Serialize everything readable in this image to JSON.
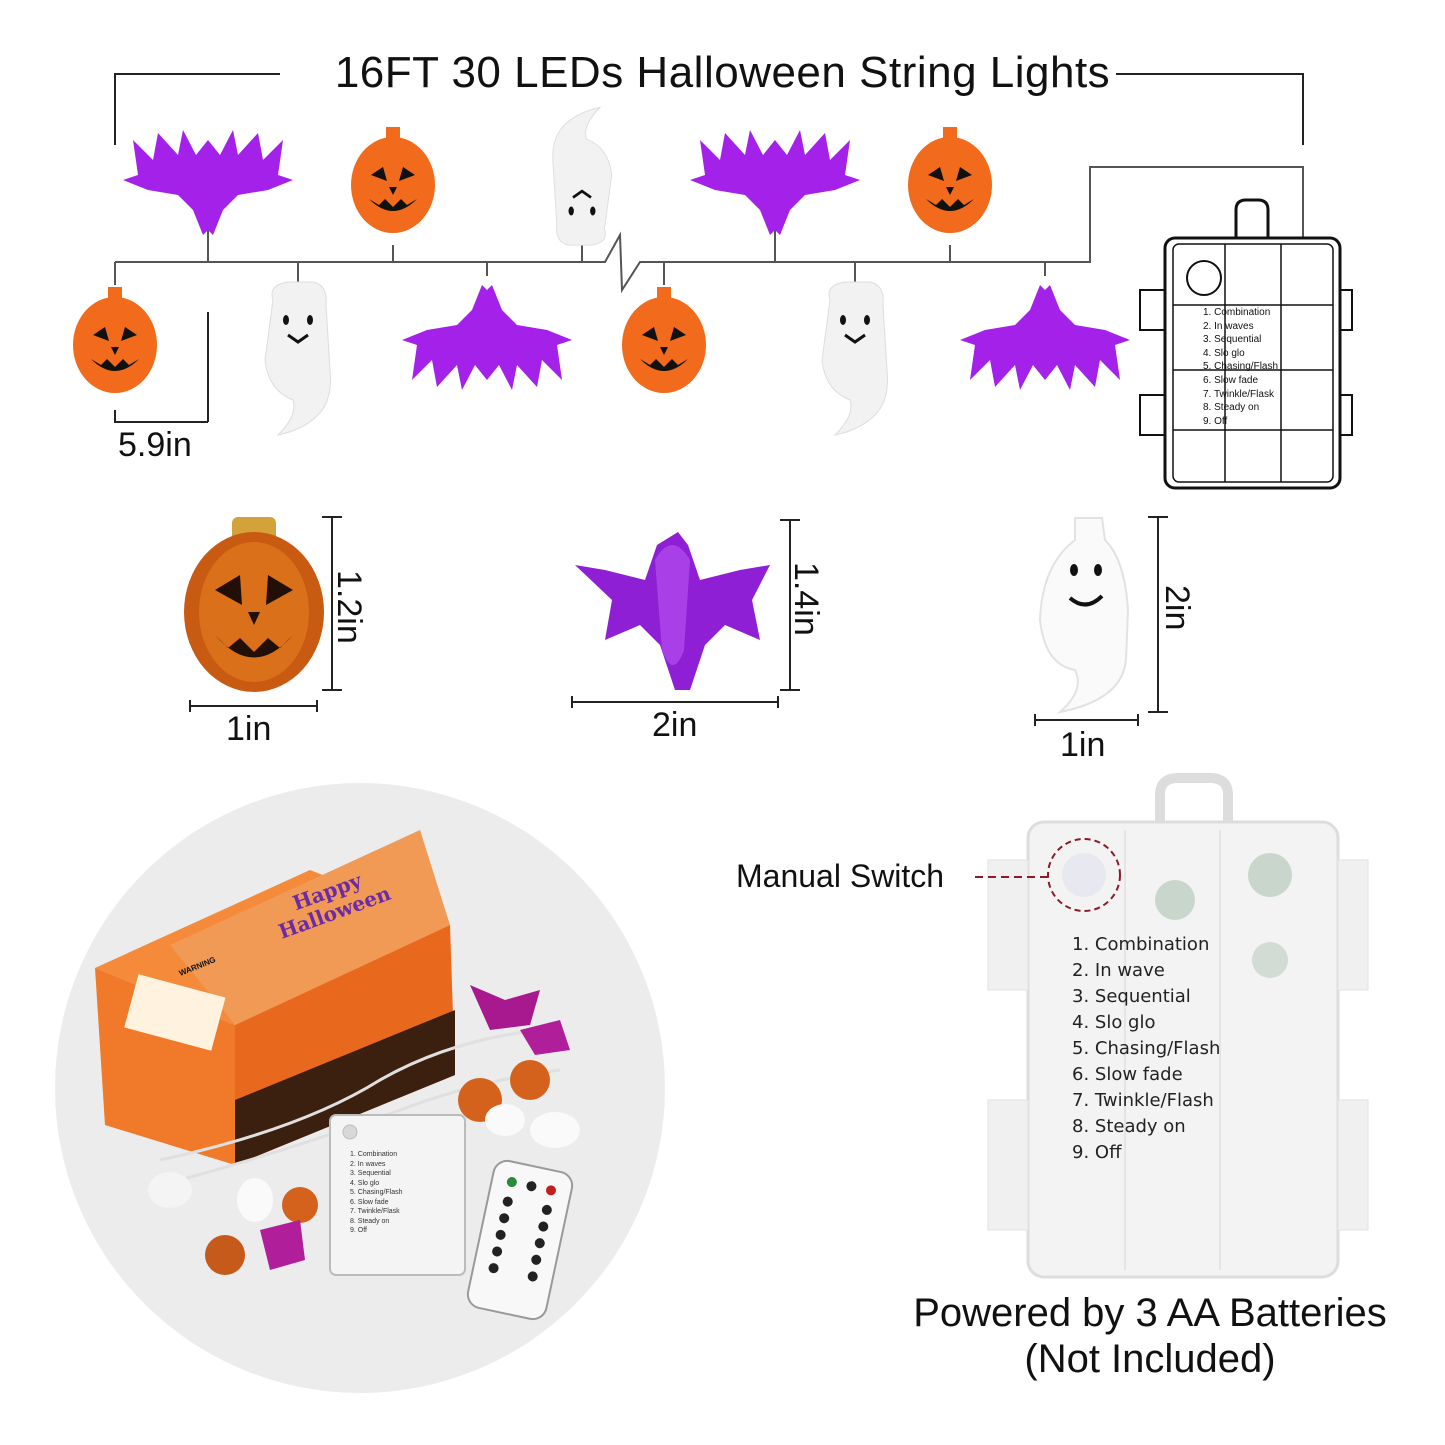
{
  "title": "16FT 30 LEDs Halloween String Lights",
  "dimensions": {
    "spacing": "5.9in",
    "pumpkin_height": "1.2in",
    "pumpkin_width": "1in",
    "bat_height": "1.4in",
    "bat_width": "2in",
    "ghost_height": "2in",
    "ghost_width": "1in"
  },
  "modes": [
    "1. Combination",
    "2. In waves",
    "3. Sequential",
    "4. Slo glo",
    "5. Chasing/Flash",
    "6. Slow fade",
    "7. Twinkle/Flask",
    "8. Steady on",
    "9. Off"
  ],
  "box_modes": [
    "1. Combination",
    "2. In wave",
    "3. Sequential",
    "4. Slo glo",
    "5. Chasing/Flash",
    "6. Slow fade",
    "7. Twinkle/Flash",
    "8. Steady on",
    "9. Off"
  ],
  "manual_switch_label": "Manual Switch",
  "power": {
    "line1": "Powered by 3 AA Batteries",
    "line2": "(Not Included)"
  },
  "package": {
    "line1": "Happy",
    "line2": "Halloween",
    "warning": "WARNING"
  },
  "colors": {
    "pumpkin": "#f26a1b",
    "bat": "#a321e8",
    "ghost": "#f2f2f2",
    "box_orange": "#f07a2a",
    "switch_ring": "#8b1a2a"
  }
}
